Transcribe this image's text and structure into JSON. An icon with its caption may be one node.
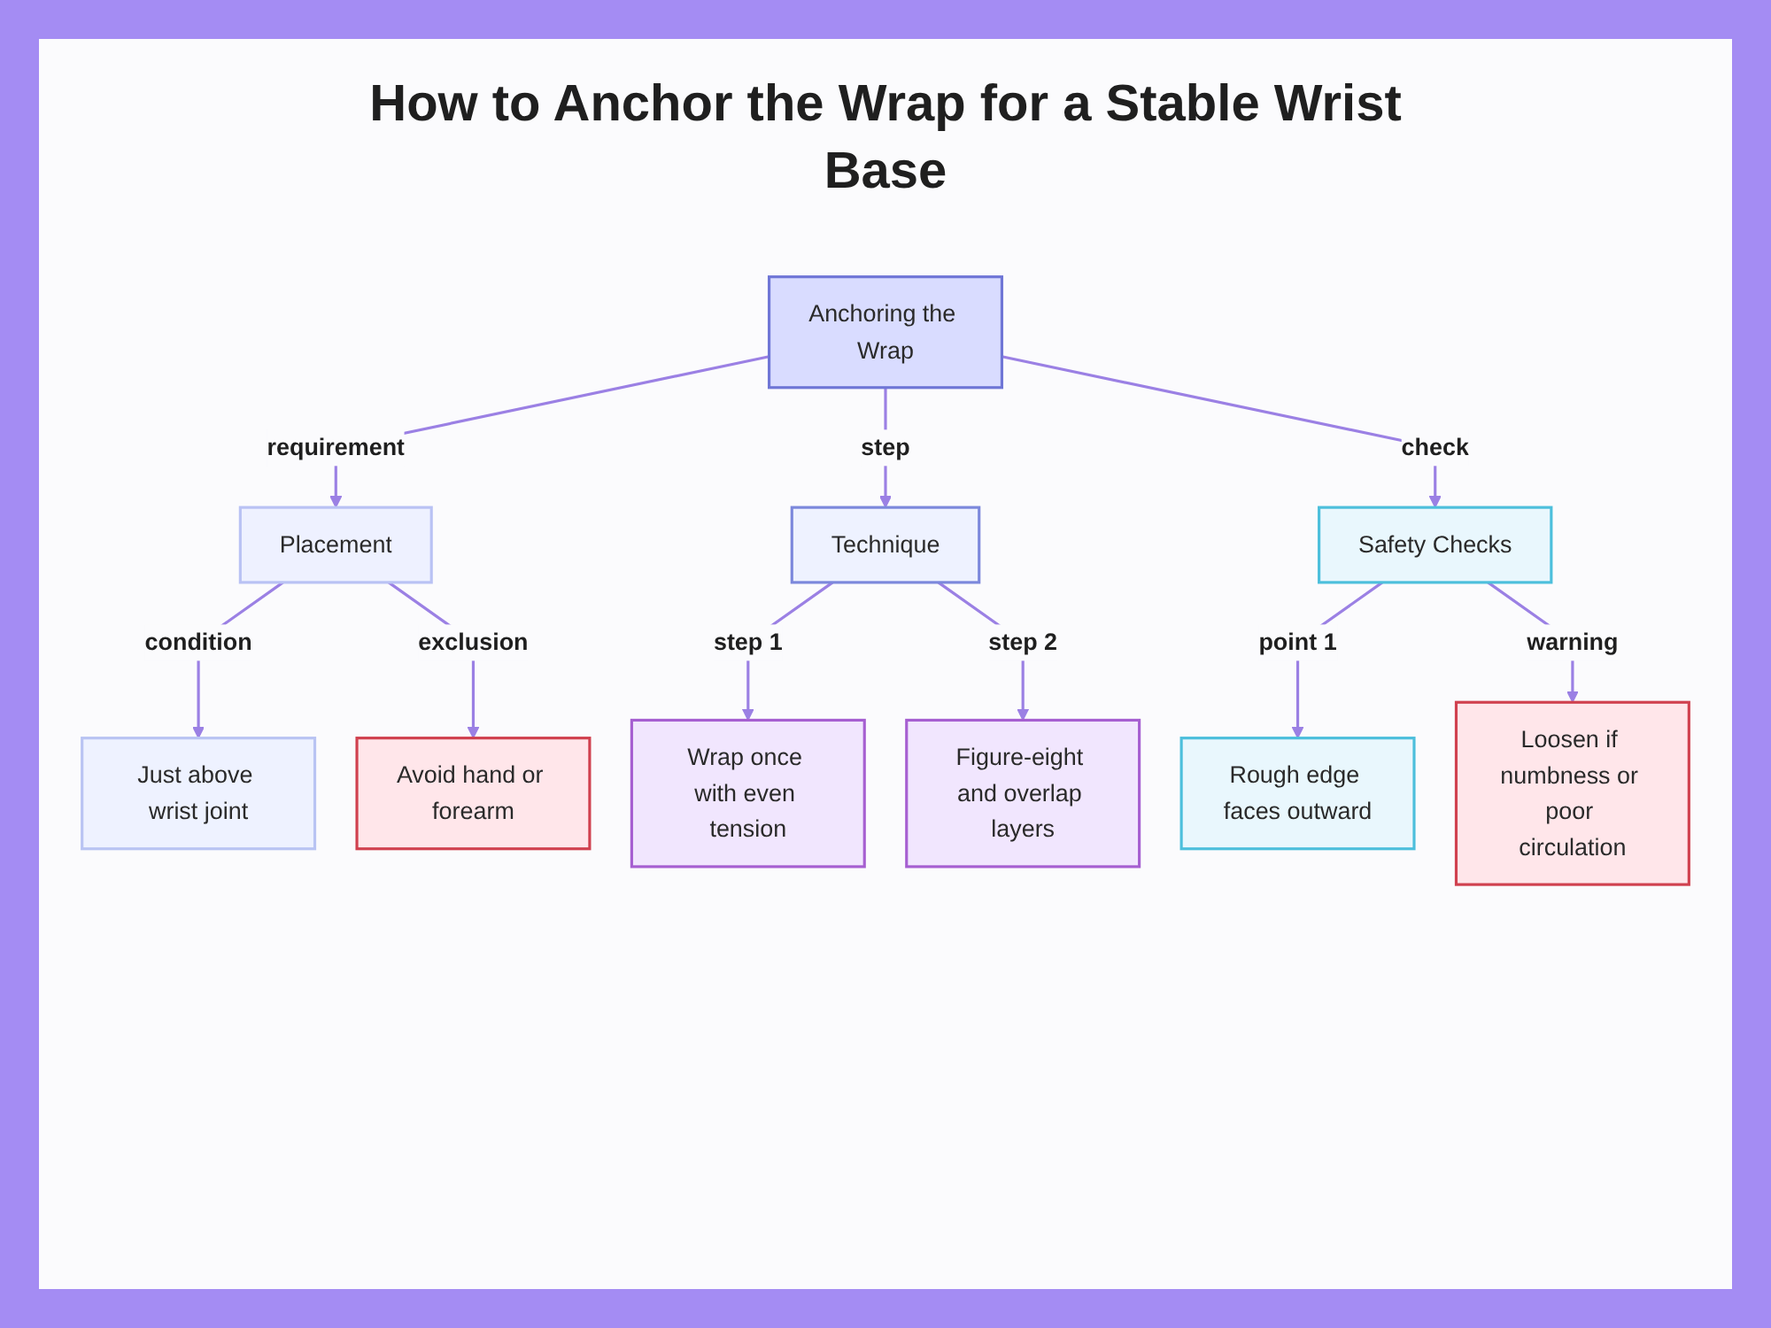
{
  "diagram": {
    "title": "How to Anchor the Wrap for a Stable Wrist Base",
    "nodes": [
      {
        "text": [
          "Anchoring the Wrap"
        ]
      },
      {
        "text": [
          "Placement"
        ]
      },
      {
        "text": [
          "Technique"
        ]
      },
      {
        "text": [
          "Safety Checks"
        ]
      },
      {
        "text": [
          "Just above wrist joint"
        ]
      },
      {
        "text": [
          "Avoid hand or forearm"
        ]
      },
      {
        "text": [
          "Wrap once with even tension"
        ]
      },
      {
        "text": [
          "Figure-eight and overlap layers"
        ]
      },
      {
        "text": [
          "Rough edge faces outward"
        ]
      },
      {
        "text": [
          "Loosen if numbness or poor circulation"
        ]
      }
    ],
    "edges": [
      {
        "from": 0,
        "to": 1,
        "arrow": "to",
        "label": "requirement"
      },
      {
        "from": 0,
        "to": 2,
        "arrow": "to",
        "label": "step"
      },
      {
        "from": 0,
        "to": 3,
        "arrow": "to",
        "label": "check"
      },
      {
        "from": 1,
        "to": 4,
        "arrow": "to",
        "label": "condition"
      },
      {
        "from": 1,
        "to": 5,
        "arrow": "to",
        "label": "exclusion"
      },
      {
        "from": 2,
        "to": 6,
        "arrow": "to",
        "label": "step 1"
      },
      {
        "from": 2,
        "to": 7,
        "arrow": "to",
        "label": "step 2"
      },
      {
        "from": 3,
        "to": 8,
        "arrow": "to",
        "label": "point 1"
      },
      {
        "from": 3,
        "to": 9,
        "arrow": "to",
        "label": "warning"
      }
    ]
  }
}
